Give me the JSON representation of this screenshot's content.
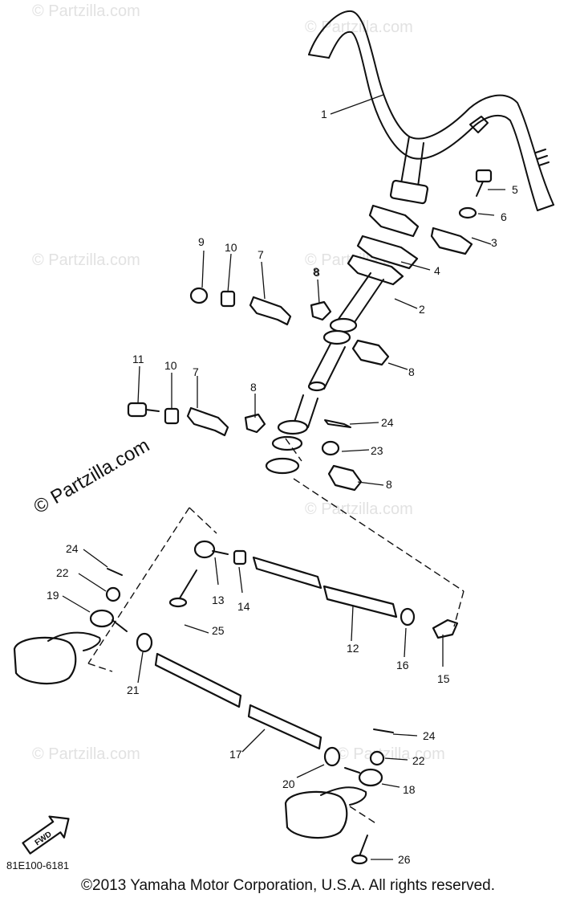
{
  "watermarks": [
    "© Partzilla.com",
    "© Partzilla.com",
    "© Partzilla.com",
    "© Partzilla.com",
    "© Partzilla.com",
    "© Partzilla.com",
    "© Partzilla.com"
  ],
  "main_watermark": "© Partzilla.com",
  "fwd_label": "FWD",
  "diagram_code": "81E100-6181",
  "copyright": "©2013 Yamaha Motor Corporation, U.S.A. All rights reserved.",
  "callouts": [
    "1",
    "2",
    "3",
    "4",
    "5",
    "6",
    "7",
    "8",
    "8",
    "8",
    "9",
    "10",
    "11",
    "10",
    "7",
    "8",
    "8",
    "24",
    "23",
    "24",
    "22",
    "19",
    "13",
    "14",
    "25",
    "12",
    "16",
    "15",
    "21",
    "17",
    "24",
    "22",
    "20",
    "18",
    "26"
  ]
}
